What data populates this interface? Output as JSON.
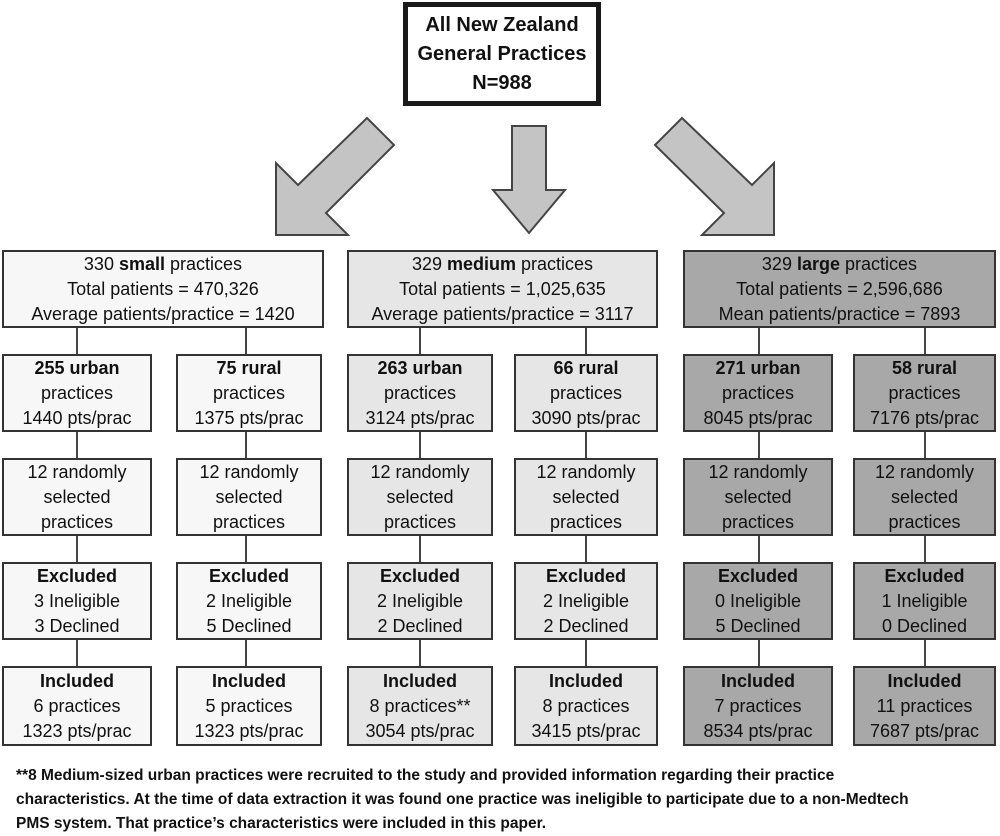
{
  "top": {
    "line1": "All New Zealand",
    "line2": "General Practices",
    "line3": "N=988"
  },
  "groups": [
    {
      "key": "small",
      "header": {
        "count": "330",
        "size": "small",
        "suffix": "practices",
        "total": "Total patients = 470,326",
        "avg": "Average patients/practice = 1420"
      },
      "subs": [
        {
          "count": "255",
          "type": "urban",
          "line2": "practices",
          "line3": "1440 pts/prac",
          "selected": [
            "12 randomly",
            "selected",
            "practices"
          ],
          "excluded": {
            "title": "Excluded",
            "ineligible": "3 Ineligible",
            "declined": "3 Declined"
          },
          "included": {
            "title": "Included",
            "practices": "6 practices",
            "pts": "1323 pts/prac"
          }
        },
        {
          "count": "75",
          "type": "rural",
          "line2": "practices",
          "line3": "1375 pts/prac",
          "selected": [
            "12 randomly",
            "selected",
            "practices"
          ],
          "excluded": {
            "title": "Excluded",
            "ineligible": "2 Ineligible",
            "declined": "5 Declined"
          },
          "included": {
            "title": "Included",
            "practices": "5 practices",
            "pts": "1323 pts/prac"
          }
        }
      ]
    },
    {
      "key": "medium",
      "header": {
        "count": "329",
        "size": "medium",
        "suffix": "practices",
        "total": "Total patients = 1,025,635",
        "avg": "Average patients/practice = 3117"
      },
      "subs": [
        {
          "count": "263",
          "type": "urban",
          "line2": "practices",
          "line3": "3124 pts/prac",
          "selected": [
            "12 randomly",
            "selected",
            "practices"
          ],
          "excluded": {
            "title": "Excluded",
            "ineligible": "2 Ineligible",
            "declined": "2 Declined"
          },
          "included": {
            "title": "Included",
            "practices": "8 practices**",
            "pts": "3054 pts/prac"
          }
        },
        {
          "count": "66",
          "type": "rural",
          "line2": "practices",
          "line3": "3090 pts/prac",
          "selected": [
            "12 randomly",
            "selected",
            "practices"
          ],
          "excluded": {
            "title": "Excluded",
            "ineligible": "2 Ineligible",
            "declined": "2 Declined"
          },
          "included": {
            "title": "Included",
            "practices": "8 practices",
            "pts": "3415 pts/prac"
          }
        }
      ]
    },
    {
      "key": "large",
      "header": {
        "count": "329",
        "size": "large",
        "suffix": "practices",
        "total": "Total patients = 2,596,686",
        "avg": "Mean patients/practice = 7893"
      },
      "subs": [
        {
          "count": "271",
          "type": "urban",
          "line2": "practices",
          "line3": "8045 pts/prac",
          "selected": [
            "12 randomly",
            "selected",
            "practices"
          ],
          "excluded": {
            "title": "Excluded",
            "ineligible": "0 Ineligible",
            "declined": "5 Declined"
          },
          "included": {
            "title": "Included",
            "practices": "7 practices",
            "pts": "8534 pts/prac"
          }
        },
        {
          "count": "58",
          "type": "rural",
          "line2": "practices",
          "line3": "7176 pts/prac",
          "selected": [
            "12 randomly",
            "selected",
            "practices"
          ],
          "excluded": {
            "title": "Excluded",
            "ineligible": "1 Ineligible",
            "declined": "0 Declined"
          },
          "included": {
            "title": "Included",
            "practices": "11 practices",
            "pts": "7687 pts/prac"
          }
        }
      ]
    }
  ],
  "footnote": {
    "line1": "**8 Medium-sized urban practices were recruited to the study and provided information regarding their practice",
    "line2": "characteristics. At the time of data extraction it was found one practice was ineligible to participate due to a non-Medtech",
    "line3": "PMS system. That practice’s characteristics were included in this paper."
  },
  "colors": {
    "small": "#f7f7f7",
    "medium": "#e6e6e6",
    "large": "#a8a8a8",
    "arrow": "#c4c4c4",
    "border": "#333333"
  }
}
